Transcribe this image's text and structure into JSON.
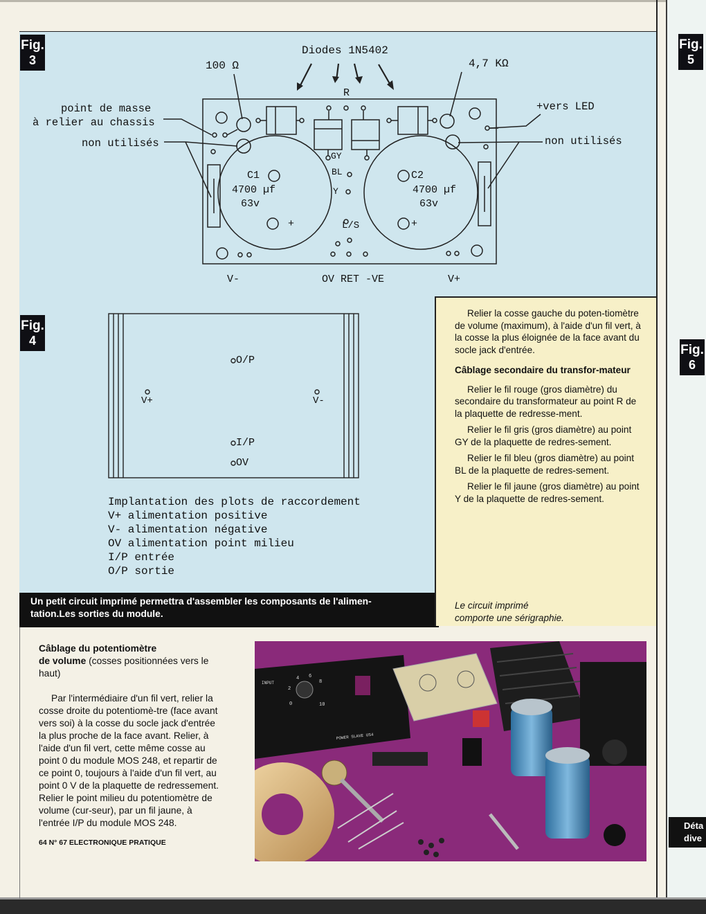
{
  "fig3": {
    "tag_word": "Fig.",
    "tag_num": "3",
    "diodes_label": "Diodes 1N5402",
    "r100": "100 Ω",
    "r47k": "4,7 KΩ",
    "point_R": "R",
    "masse_line1": "point de masse",
    "masse_line2": "à relier au chassis",
    "non_utilises_left": "non utilisés",
    "non_utilises_right": "non utilisés",
    "vers_led": "+vers LED",
    "c1_name": "C1",
    "c1_value": "4700 µf",
    "c1_volt": "63v",
    "c2_name": "C2",
    "c2_value": "4700 µf",
    "c2_volt": "63v",
    "gy": "GY",
    "bl": "BL",
    "y": "Y",
    "ls": "L/S",
    "plus": "+",
    "v_minus": "V-",
    "ov_ret": "OV RET -VE",
    "v_plus": "V+"
  },
  "fig4": {
    "tag_word": "Fig.",
    "tag_num": "4",
    "op": "O/P",
    "ip": "I/P",
    "ov": "OV",
    "vplus": "V+",
    "vminus": "V-",
    "legend": [
      "Implantation des plots de raccordement",
      "V+ alimentation positive",
      "V- alimentation négative",
      "OV alimentation point milieu",
      "I/P entrée",
      "O/P sortie"
    ]
  },
  "fig5": {
    "tag_word": "Fig.",
    "tag_num": "5"
  },
  "fig6": {
    "tag_word": "Fig.",
    "tag_num": "6"
  },
  "caption_bar": {
    "line1": "Un petit circuit imprimé permettra d'assembler les composants de l'alimen-",
    "line2": "tation.Les sorties du module."
  },
  "right_column": {
    "p1": "Relier la cosse gauche du poten-tiomètre de volume (maximum), à l'aide d'un fil vert, à la cosse la plus éloignée de la face avant du socle jack d'entrée.",
    "heading": "Câblage secondaire du transfor-mateur",
    "p2": "Relier le fil rouge (gros diamètre) du secondaire du transformateur au point R de la plaquette de redresse-ment.",
    "p3": "Relier le fil gris (gros diamètre) au point GY de la plaquette de redres-sement.",
    "p4": "Relier le fil bleu (gros diamètre) au point BL de la plaquette de redres-sement.",
    "p5": "Relier le fil jaune (gros diamètre) au point Y de la plaquette de redres-sement.",
    "photo_caption_1": "Le circuit imprimé",
    "photo_caption_2": "comporte une sérigraphie."
  },
  "left_column": {
    "heading_bold_1": "Câblage du potentiomètre",
    "heading_bold_2": "de volume",
    "heading_rest": " (cosses positionnées vers le haut)",
    "body": "Par l'intermédiaire d'un fil vert, relier la cosse droite du potentiomè-tre (face avant vers soi) à la cosse du socle jack d'entrée la plus proche de la face avant. Relier, à l'aide d'un fil vert, cette même cosse au point 0 du module MOS 248, et repartir de ce point 0, toujours à l'aide d'un fil vert, au point 0 V de la plaquette de redressement. Relier le point milieu du potentiomètre de volume (cur-seur), par un fil jaune, à l'entrée I/P du module MOS 248."
  },
  "footer": "64 N° 67 ELECTRONIQUE PRATIQUE",
  "photo": {
    "panel_input": "INPUT",
    "panel_brand": "POWER SLAVE US4",
    "dial_numbers": [
      "2",
      "4",
      "6",
      "8",
      "10",
      "0"
    ]
  },
  "edge_text": {
    "line1": "Déta",
    "line2": "dive"
  },
  "colors": {
    "diagram_bg": "#cfe6ee",
    "text_box_bg": "#f7f0c8",
    "photo_bg": "#8a2a7a",
    "caption_bg": "#111111"
  }
}
